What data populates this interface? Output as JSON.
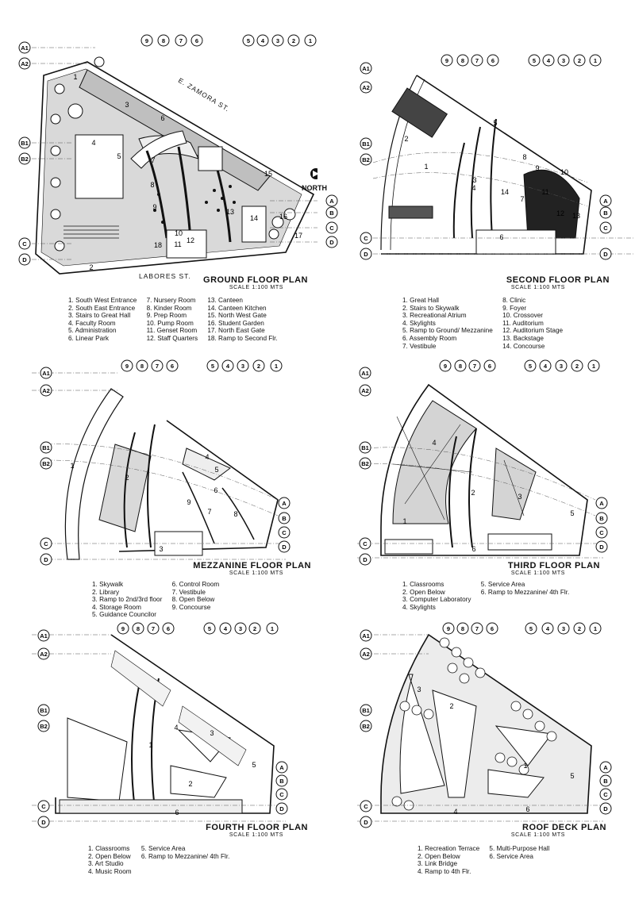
{
  "grid": {
    "columns": [
      "9",
      "8",
      "7",
      "6",
      "5",
      "4",
      "3",
      "2",
      "1"
    ],
    "rows_left": [
      "A1",
      "A2",
      "B1",
      "B2",
      "C",
      "D"
    ],
    "rows_right": [
      "A",
      "B",
      "C",
      "D"
    ]
  },
  "north_label": "NORTH",
  "streets": {
    "top": "E. ZAMORA ST.",
    "bottom": "LABORES ST."
  },
  "plans": [
    {
      "title": "GROUND FLOOR PLAN",
      "scale": "SCALE 1:100 MTS",
      "legend": [
        [
          "1. South West Entrance",
          "2. South East Entrance",
          "3. Stairs to Great Hall",
          "4. Faculty Room",
          "5. Administration",
          "6. Linear Park"
        ],
        [
          "7. Nursery Room",
          "8. Kinder Room",
          "9. Prep Room",
          "10. Pump Room",
          "11. Genset Room",
          "12. Staff Quarters"
        ],
        [
          "13. Canteen",
          "14. Canteen Kitchen",
          "15. North West Gate",
          "16. Student Garden",
          "17. North East Gate",
          "18. Ramp to Second Flr."
        ]
      ],
      "plan_labels": [
        "1",
        "2",
        "3",
        "4",
        "5",
        "6",
        "7",
        "8",
        "9",
        "10",
        "11",
        "12",
        "13",
        "14",
        "15",
        "16",
        "17",
        "18"
      ]
    },
    {
      "title": "SECOND FLOOR PLAN",
      "scale": "SCALE 1:100 MTS",
      "legend": [
        [
          "1. Great Hall",
          "2. Stairs to Skywalk",
          "3. Recreational Atrium",
          "4. Skylights",
          "5. Ramp to Ground/ Mezzanine",
          "6. Assembly Room",
          "7. Vestibule"
        ],
        [
          "8. Clinic",
          "9. Foyer",
          "10. Crossover",
          "11. Auditorium",
          "12. Auditorium Stage",
          "13. Backstage",
          "14. Concourse"
        ]
      ],
      "plan_labels": [
        "1",
        "2",
        "3",
        "4",
        "5",
        "6",
        "7",
        "8",
        "9",
        "10",
        "11",
        "12",
        "13",
        "14"
      ]
    },
    {
      "title": "MEZZANINE FLOOR PLAN",
      "scale": "SCALE 1:100 MTS",
      "legend": [
        [
          "1. Skywalk",
          "2. Library",
          "3. Ramp to 2nd/3rd floor",
          "4. Storage Room",
          "5. Guidance Councilor"
        ],
        [
          "6. Control Room",
          "7. Vestibule",
          "8. Open Below",
          "9. Concourse"
        ]
      ],
      "plan_labels": [
        "1",
        "2",
        "3",
        "4",
        "5",
        "6",
        "7",
        "8",
        "9"
      ]
    },
    {
      "title": "THIRD FLOOR PLAN",
      "scale": "SCALE 1:100 MTS",
      "legend": [
        [
          "1. Classrooms",
          "2. Open Below",
          "3. Computer Laboratory",
          "4. Skylights"
        ],
        [
          "5. Service Area",
          "6. Ramp to Mezzanine/ 4th Flr."
        ]
      ],
      "plan_labels": [
        "1",
        "2",
        "3",
        "4",
        "5",
        "6"
      ]
    },
    {
      "title": "FOURTH FLOOR PLAN",
      "scale": "SCALE 1:100 MTS",
      "legend": [
        [
          "1. Classrooms",
          "2. Open Below",
          "3. Art Studio",
          "4. Music Room"
        ],
        [
          "5. Service Area",
          "6. Ramp to Mezzanine/ 4th Flr."
        ]
      ],
      "plan_labels": [
        "1",
        "2",
        "3",
        "4",
        "5",
        "6"
      ]
    },
    {
      "title": "ROOF DECK PLAN",
      "scale": "SCALE 1:100 MTS",
      "legend": [
        [
          "1. Recreation Terrace",
          "2. Open Below",
          "3. Link Bridge",
          "4. Ramp to 4th Flr."
        ],
        [
          "5. Multi-Purpose Hall",
          "6. Service Area"
        ]
      ],
      "plan_labels": [
        "1",
        "2",
        "3",
        "4",
        "5",
        "6"
      ]
    }
  ]
}
